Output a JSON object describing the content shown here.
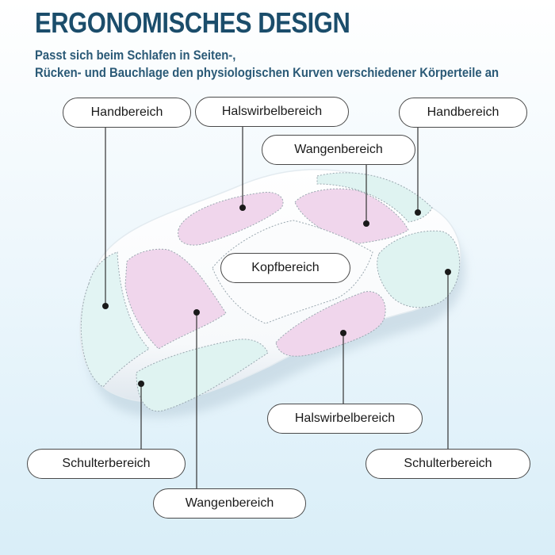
{
  "header": {
    "title": "ERGONOMISCHES DESIGN",
    "subtitle_line1": "Passt sich beim Schlafen in Seiten-,",
    "subtitle_line2": "Rücken- und Bauchlage den physiologischen Kurven verschiedener Körperteile an"
  },
  "labels": {
    "hand_left": "Handbereich",
    "neck_top": "Halswirbelbereich",
    "hand_right": "Handbereich",
    "cheek_top": "Wangenbereich",
    "head": "Kopfbereich",
    "neck_bottom": "Halswirbelbereich",
    "shoulder_left": "Schulterbereich",
    "shoulder_right": "Schulterbereich",
    "cheek_bottom": "Wangenbereich"
  },
  "colors": {
    "title": "#1b4d6b",
    "pillow": "#ffffff",
    "pink_zone": "#f0d6ec",
    "mint_zone": "#dff3f1",
    "line": "#333333"
  }
}
